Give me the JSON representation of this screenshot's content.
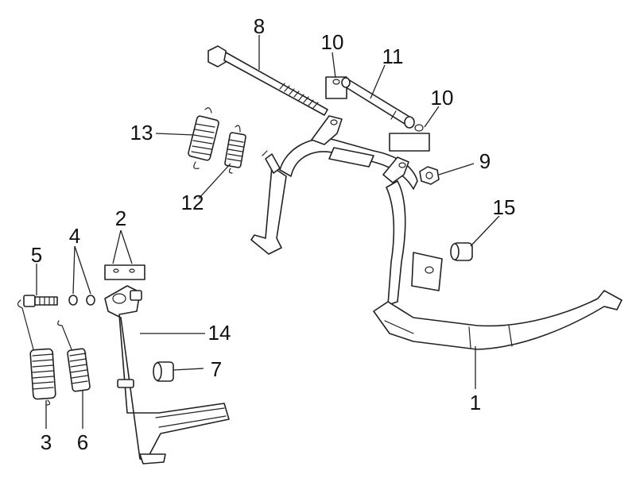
{
  "callouts": [
    {
      "id": "c1",
      "label": "1"
    },
    {
      "id": "c2",
      "label": "2"
    },
    {
      "id": "c3",
      "label": "3"
    },
    {
      "id": "c4",
      "label": "4"
    },
    {
      "id": "c5",
      "label": "5"
    },
    {
      "id": "c6",
      "label": "6"
    },
    {
      "id": "c7",
      "label": "7"
    },
    {
      "id": "c8",
      "label": "8"
    },
    {
      "id": "c9",
      "label": "9"
    },
    {
      "id": "c10a",
      "label": "10"
    },
    {
      "id": "c10b",
      "label": "10"
    },
    {
      "id": "c11",
      "label": "11"
    },
    {
      "id": "c12",
      "label": "12"
    },
    {
      "id": "c13",
      "label": "13"
    },
    {
      "id": "c14",
      "label": "14"
    },
    {
      "id": "c15",
      "label": "15"
    }
  ]
}
